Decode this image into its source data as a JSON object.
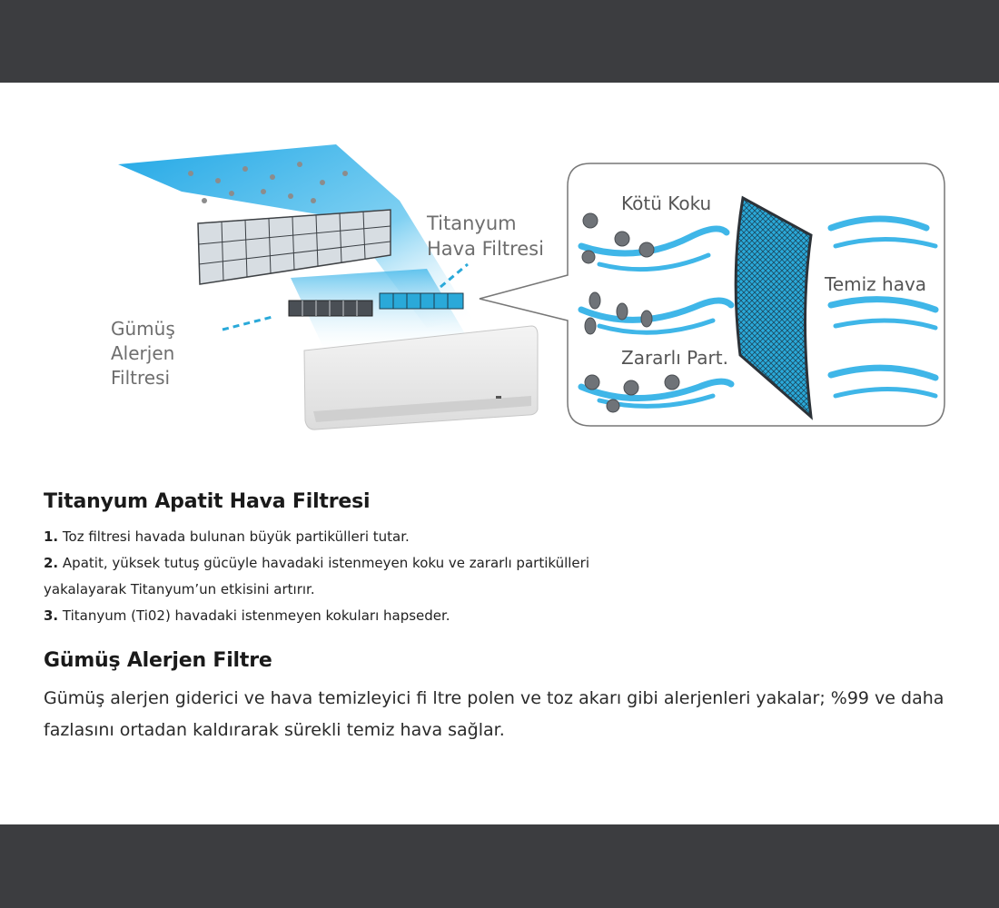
{
  "illustration": {
    "label_titanyum_line1": "Titanyum",
    "label_titanyum_line2": "Hava Filtresi",
    "label_gumus_line1": "Gümüş",
    "label_gumus_line2": "Alerjen",
    "label_gumus_line3": "Filtresi",
    "label_kotu_koku": "Kötü Koku",
    "label_zararli": "Zararlı Part.",
    "label_temiz_hava": "Temiz hava"
  },
  "section1": {
    "title": "Titanyum Apatit Hava Filtresi",
    "items": [
      {
        "num": "1.",
        "text": "Toz filtresi havada bulunan büyük partikülleri tutar."
      },
      {
        "num": "2.",
        "text": "Apatit, yüksek tutuş gücüyle havadaki istenmeyen koku ve zararlı partikülleri",
        "cont": "yakalayarak Titanyum’un etkisini artırır."
      },
      {
        "num": "3.",
        "text": "Titanyum (Ti02) havadaki istenmeyen kokuları hapseder."
      }
    ]
  },
  "section2": {
    "title": "Gümüş Alerjen Filtre",
    "paragraph": "Gümüş alerjen giderici ve hava temizleyici fi ltre polen ve toz akarı gibi alerjenleri yakalar; %99 ve daha fazlasını ortadan kaldırarak sürekli temiz hava sağlar."
  },
  "colors": {
    "band": "#3c3d40",
    "airflow": "#3fb6e8",
    "filter_dark": "#3a3f44",
    "filter_blue": "#2aa9d9"
  }
}
